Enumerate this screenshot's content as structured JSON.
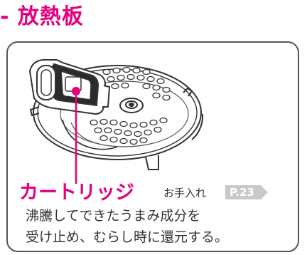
{
  "heading": {
    "title": "- 放熱板"
  },
  "callout": {
    "name": "カートリッジ",
    "maintenance_label": "お手入れ",
    "page_ref": "P.23"
  },
  "description": [
    "沸騰してできたうまみ成分を",
    "受け止め、むらし時に還元する。"
  ],
  "colors": {
    "accent": "#e4007f",
    "page_ref_bg": "#c8c9ca",
    "line": "#333333"
  }
}
